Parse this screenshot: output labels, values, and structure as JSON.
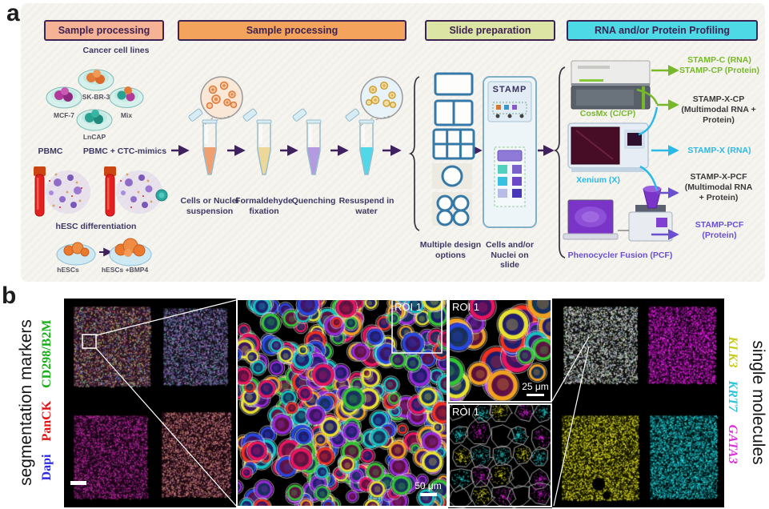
{
  "panel_a": {
    "label": "a",
    "headers": [
      {
        "label": "Sample processing",
        "fill": "#f6b295"
      },
      {
        "label": "Sample processing",
        "fill": "#f4a35c"
      },
      {
        "label": "Slide preparation",
        "fill": "#dde5a5"
      },
      {
        "label": "RNA and/or Protein Profiling",
        "fill": "#4ed9e7"
      }
    ],
    "cancer": {
      "title": "Cancer cell lines",
      "dishes": [
        "SK-BR-3",
        "MCF-7",
        "Mix",
        "LnCAP"
      ]
    },
    "pbmc_label": "PBMC",
    "pbmc_ctc_label": "PBMC + CTC-mimics",
    "hesc": {
      "title": "hESC differentiation",
      "before": "hESCs",
      "after": "hESCs +BMP4"
    },
    "steps": [
      "Cells or Nuclei suspension",
      "Formaldehyde fixation",
      "Quenching",
      "Resuspend in water"
    ],
    "design_label": "Multiple design options",
    "slide_label": "Cells and/or Nuclei on slide",
    "slide_logo": "STAMP",
    "instruments": [
      {
        "name": "CosMx (C/CP)",
        "color": "#76b82a"
      },
      {
        "name": "Xenium (X)",
        "color": "#29b9e7"
      },
      {
        "name": "Phenocycler Fusion (PCF)",
        "color": "#6a4fd0"
      }
    ],
    "outputs": [
      {
        "lines": [
          "STAMP-C (RNA)",
          "STAMP-CP (Protein)"
        ],
        "color": "#76b82a"
      },
      {
        "lines": [
          "STAMP-X-CP",
          "(Multimodal RNA +",
          "Protein)"
        ],
        "color": "#3a3a3a"
      },
      {
        "lines": [
          "STAMP-X (RNA)"
        ],
        "color": "#29b9e7"
      },
      {
        "lines": [
          "STAMP-X-PCF",
          "(Multimodal RNA",
          "+ Protein)"
        ],
        "color": "#3a3a3a"
      },
      {
        "lines": [
          "STAMP-PCF",
          "(Protein)"
        ],
        "color": "#6a4fd0"
      }
    ]
  },
  "panel_b": {
    "label": "b",
    "left_axis": {
      "title": "segmentation markers",
      "markers": [
        {
          "name": "Dapi",
          "color": "#2a2ae0"
        },
        {
          "name": "PanCK",
          "color": "#e01414"
        },
        {
          "name": "CD298/B2M",
          "color": "#16b016"
        }
      ]
    },
    "right_axis": {
      "title": "single molecules",
      "genes": [
        {
          "name": "KLK3",
          "color": "#c6cc1c"
        },
        {
          "name": "KRT7",
          "color": "#2fc4d8"
        },
        {
          "name": "GATA3",
          "color": "#d832d8"
        }
      ]
    },
    "roi_label": "ROI 1",
    "scalebar_50": "50 μm",
    "scalebar_25": "25 μm",
    "palettes": {
      "left_squares": [
        {
          "base": "#2a1420",
          "dots": [
            "#c05a88",
            "#b06a50",
            "#cfd063",
            "#5a5ac8",
            "#e08890",
            "#7ac8a0"
          ]
        },
        {
          "base": "#16121e",
          "dots": [
            "#7a6ab2",
            "#58b2a2",
            "#9a7ac2",
            "#5050a0",
            "#c080c0"
          ]
        },
        {
          "base": "#1c0518",
          "dots": [
            "#c320a3",
            "#8e1080",
            "#a83098",
            "#d040b0"
          ]
        },
        {
          "base": "#200a12",
          "dots": [
            "#d07a90",
            "#c06a80",
            "#e0a0a8",
            "#b05a70",
            "#d89060"
          ]
        }
      ],
      "right_squares": [
        {
          "base": "#101010",
          "dots": [
            "#d8d8c8",
            "#b8e0d0",
            "#e0c8e0",
            "#d0e0a0",
            "#a8c8e8",
            "#e8e8e8"
          ]
        },
        {
          "base": "#180018",
          "dots": [
            "#e818e8",
            "#c010c0",
            "#f844f8",
            "#b808b8"
          ]
        },
        {
          "base": "#181800",
          "dots": [
            "#e8e818",
            "#c8c810",
            "#f8f848",
            "#b8b808"
          ]
        },
        {
          "base": "#001818",
          "dots": [
            "#18d8d8",
            "#10b8c8",
            "#48e8e8",
            "#08a8b8"
          ]
        }
      ],
      "cell_rings": [
        "#e8145e",
        "#f03020",
        "#2846e0",
        "#34c434",
        "#f0a020",
        "#9828d8",
        "#14c0c0",
        "#e8e030"
      ],
      "cell_inners": [
        "#1e1e6e",
        "#3c1464",
        "#601040",
        "#14305c"
      ],
      "molecule_dots": [
        "#d8d820",
        "#20c8c8",
        "#c820c8"
      ]
    }
  }
}
